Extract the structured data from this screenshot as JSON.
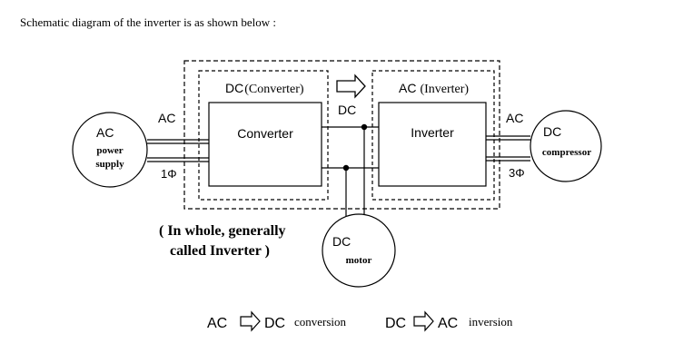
{
  "heading": "Schematic diagram of the inverter is as shown below :",
  "outer_box": {
    "dc_converter_label": "DC",
    "dc_converter_paren": "(Converter)",
    "ac_inverter_label": "AC",
    "ac_inverter_paren": "(Inverter)",
    "note_line1": "( In whole, generally",
    "note_line2": "called Inverter )"
  },
  "blocks": {
    "converter": "Converter",
    "inverter": "Inverter"
  },
  "lines": {
    "ac_input": "AC",
    "phase_input": "1Φ",
    "dc_link": "DC",
    "ac_output": "AC",
    "phase_output": "3Φ"
  },
  "circles": {
    "power_supply": {
      "top": "AC",
      "name_line1": "power",
      "name_line2": "supply"
    },
    "compressor": {
      "top": "DC",
      "name": "compressor"
    },
    "motor": {
      "top": "DC",
      "name": "motor"
    }
  },
  "legend": {
    "conversion_from": "AC",
    "conversion_to": "DC",
    "conversion_word": "conversion",
    "inversion_from": "DC",
    "inversion_to": "AC",
    "inversion_word": "inversion"
  }
}
